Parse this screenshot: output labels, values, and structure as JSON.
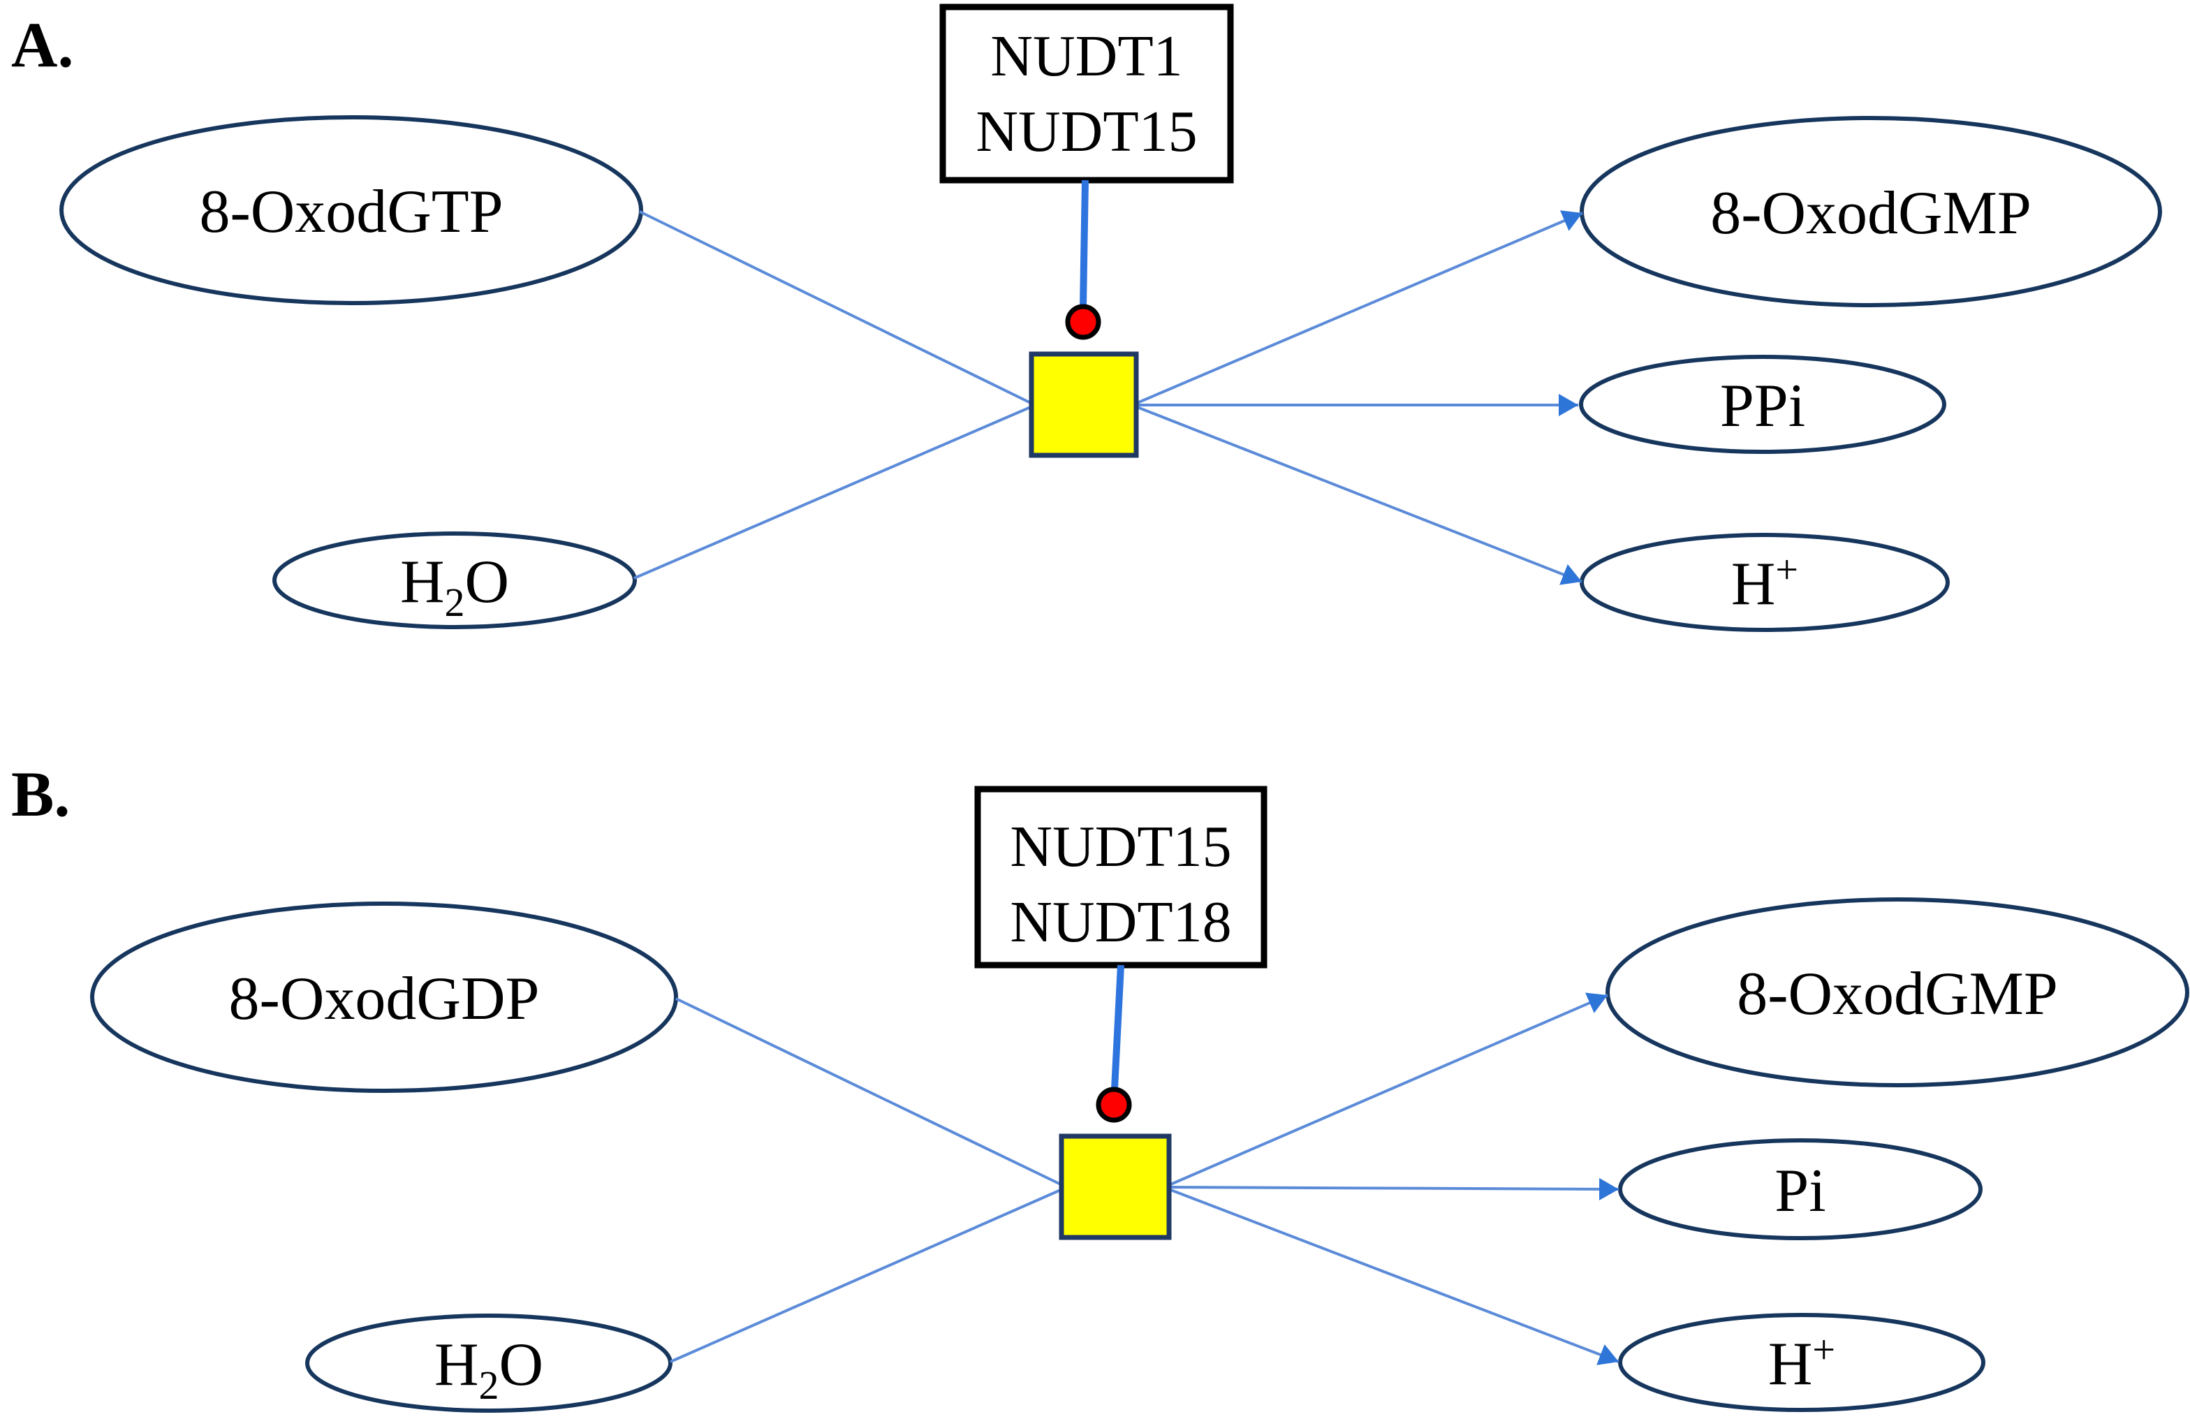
{
  "figure": {
    "colors": {
      "background": "#FFFFFF",
      "species_outline": "#17365D",
      "enzyme_box_outline": "#000000",
      "process_square_fill": "#FFFF00",
      "process_square_outline": "#1F3864",
      "catalysis_dot_fill": "#FF0000",
      "edge_line": "#5B8BD8",
      "arrowhead": "#2E75D8",
      "catalysis_line": "#2E74DF",
      "text": "#000000"
    },
    "panels": [
      {
        "label": "A.",
        "enzyme_box": {
          "line1": "NUDT1",
          "line2": "NUDT15"
        },
        "substrates": {
          "main": "8-OxodGTP",
          "water": {
            "base": "H",
            "sub": "2",
            "rest": "O"
          }
        },
        "products": {
          "main": "8-OxodGMP",
          "second": "PPi",
          "hplus": {
            "base": "H",
            "sup": "+"
          }
        }
      },
      {
        "label": "B.",
        "enzyme_box": {
          "line1": "NUDT15",
          "line2": "NUDT18"
        },
        "substrates": {
          "main": "8-OxodGDP",
          "water": {
            "base": "H",
            "sub": "2",
            "rest": "O"
          }
        },
        "products": {
          "main": "8-OxodGMP",
          "second": "Pi",
          "hplus": {
            "base": "H",
            "sup": "+"
          }
        }
      }
    ]
  }
}
